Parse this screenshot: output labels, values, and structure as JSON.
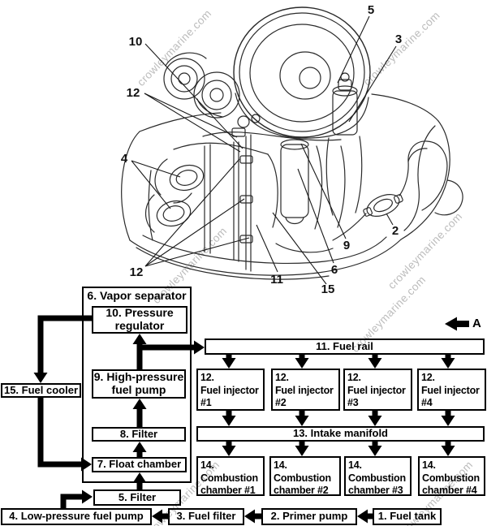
{
  "watermark": "crowleymarine.com",
  "colors": {
    "ink": "#000000",
    "line_art": "#2a2a2a",
    "watermark_gray": "#bcbcbc",
    "background": "#ffffff"
  },
  "engine": {
    "description": "outboard motor top view line drawing",
    "callouts": [
      {
        "n": "5"
      },
      {
        "n": "3"
      },
      {
        "n": "10"
      },
      {
        "n": "12"
      },
      {
        "n": "4"
      },
      {
        "n": "12"
      },
      {
        "n": "11"
      },
      {
        "n": "15"
      },
      {
        "n": "6"
      },
      {
        "n": "9"
      },
      {
        "n": "2"
      }
    ]
  },
  "direction_arrow": {
    "label": "A"
  },
  "flow": {
    "boxes": {
      "vapor_separator": "6. Vapor separator",
      "pressure_regulator": "10. Pressure\nregulator",
      "high_pressure_fuel_pump": "9. High-pressure\nfuel pump",
      "filter8": "8. Filter",
      "float_chamber": "7. Float chamber",
      "fuel_cooler": "15. Fuel cooler",
      "filter5": "5. Filter",
      "low_pressure_fuel_pump": "4. Low-pressure fuel pump",
      "fuel_filter": "3. Fuel filter",
      "primer_pump": "2. Primer pump",
      "fuel_tank": "1. Fuel tank",
      "fuel_rail": "11. Fuel rail",
      "intake_manifold": "13. Intake manifold"
    },
    "injectors": [
      "12.\nFuel injector\n#1",
      "12.\nFuel injector\n#2",
      "12.\nFuel injector\n#3",
      "12.\nFuel injector\n#4"
    ],
    "chambers": [
      "14.\nCombustion\nchamber #1",
      "14.\nCombustion\nchamber #2",
      "14.\nCombustion\nchamber #3",
      "14.\nCombustion\nchamber #4"
    ],
    "connections": [
      "1 Fuel tank -> 2 Primer pump",
      "2 Primer pump -> 3 Fuel filter",
      "3 Fuel filter -> 4 Low-pressure fuel pump",
      "4 Low-pressure fuel pump -> 5 Filter",
      "5 Filter -> 7 Float chamber",
      "7 Float chamber -> 8 Filter",
      "8 Filter -> 9 High-pressure fuel pump",
      "9 High-pressure fuel pump -> 10 Pressure regulator",
      "9 High-pressure fuel pump -> 11 Fuel rail",
      "10 Pressure regulator -> 15 Fuel cooler",
      "15 Fuel cooler -> 7 Float chamber",
      "11 Fuel rail -> 12 Fuel injectors 1-4",
      "12 Fuel injectors -> 13 Intake manifold",
      "13 Intake manifold -> 14 Combustion chambers 1-4"
    ]
  }
}
